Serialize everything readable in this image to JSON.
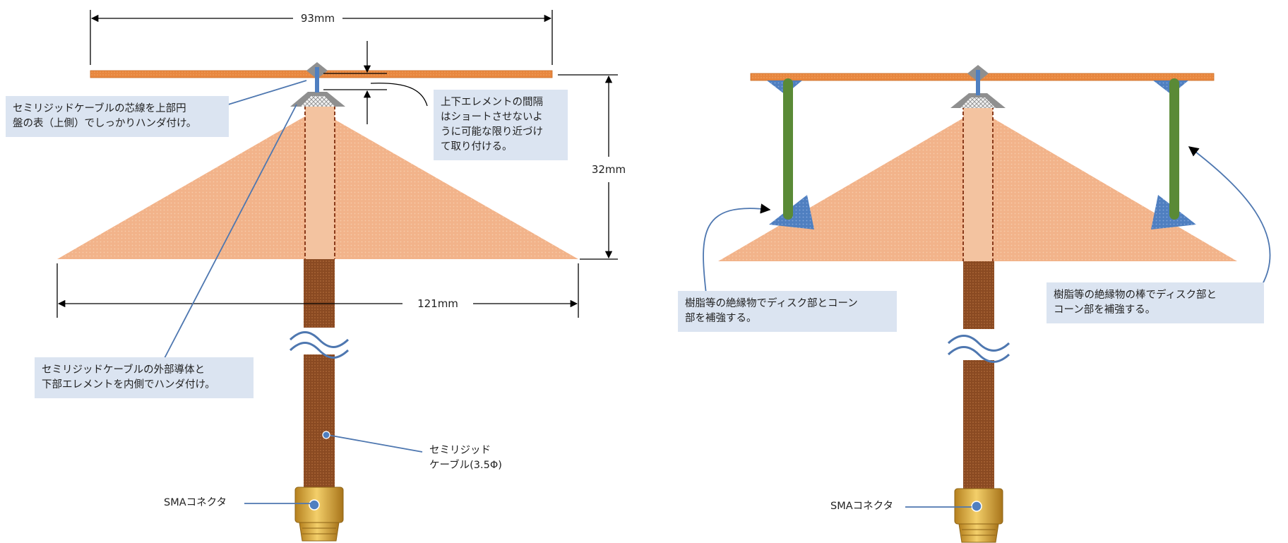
{
  "dimensions": {
    "disk_width": "93mm",
    "gap_height": "32mm",
    "cone_width": "121mm"
  },
  "left_notes": {
    "core_solder": [
      "セミリジッドケーブルの芯線を上部円",
      "盤の表（上側）でしっかりハンダ付け。"
    ],
    "gap": [
      "上下エレメントの間隔",
      "はショートさせないよ",
      "うに可能な限り近づけ",
      "て取り付ける。"
    ],
    "outer_solder": [
      "セミリジッドケーブルの外部導体と",
      "下部エレメントを内側でハンダ付け。"
    ],
    "cable": [
      "セミリジッド",
      "ケーブル(3.5Φ)"
    ],
    "connector": "SMAコネクタ"
  },
  "right_notes": {
    "reinforce_left": [
      "樹脂等の絶縁物でディスク部とコーン",
      "部を補強する。"
    ],
    "reinforce_right": [
      "樹脂等の絶縁物の棒でディスク部と",
      "コーン部を補強する。"
    ],
    "connector": "SMAコネクタ"
  },
  "colors": {
    "disk": "#e8873f",
    "cone": "#f2b38a",
    "cable": "#8a4a22",
    "connector": "#d9a637",
    "rod": "#5a8a36",
    "insulator": "#4f7fc0",
    "note_bg": "#dbe4f1",
    "leader": "#4e77b0"
  }
}
